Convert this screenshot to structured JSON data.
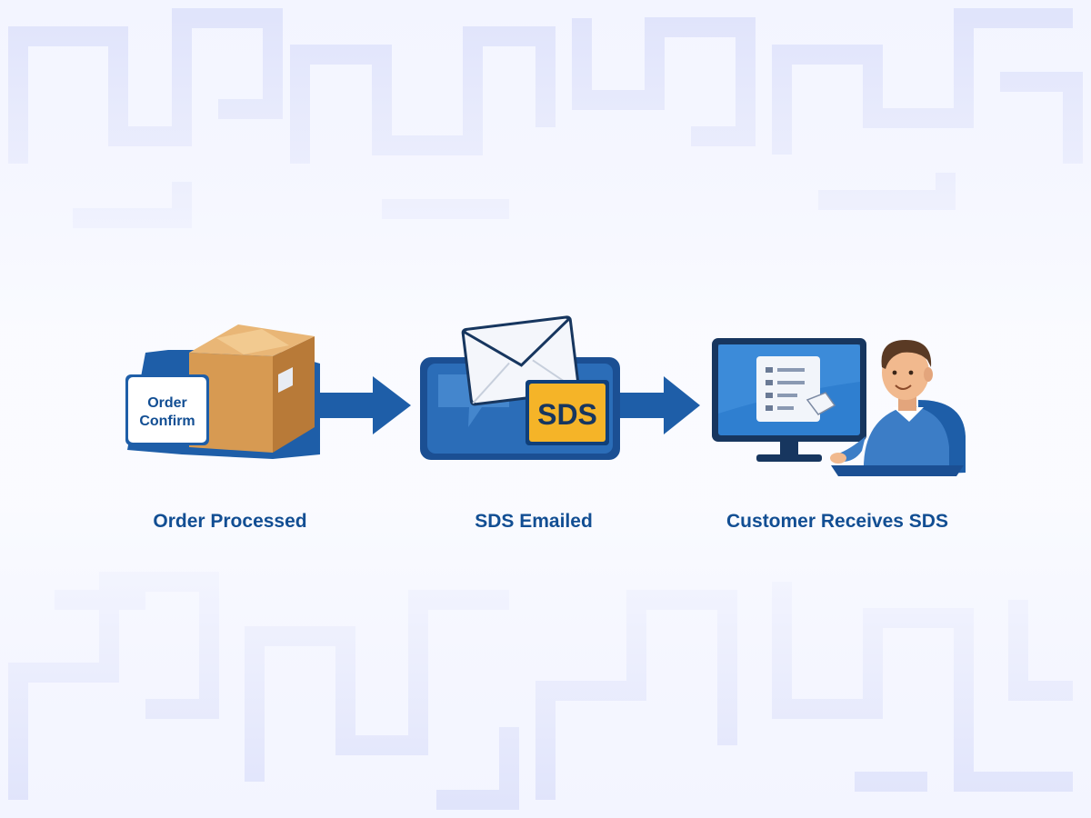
{
  "steps": [
    {
      "label": "Order Processed",
      "icon": "package-box-icon",
      "card_text_line1": "Order",
      "card_text_line2": "Confirm"
    },
    {
      "label": "SDS Emailed",
      "icon": "email-envelope-icon",
      "badge_text": "SDS"
    },
    {
      "label": "Customer Receives SDS",
      "icon": "customer-computer-icon"
    }
  ],
  "colors": {
    "primary_blue": "#1e5ea8",
    "dark_blue": "#124e93",
    "badge_yellow": "#f5b428",
    "box_brown": "#d79a52",
    "background": "#f7f8ff",
    "pattern": "#e4e7fb"
  }
}
